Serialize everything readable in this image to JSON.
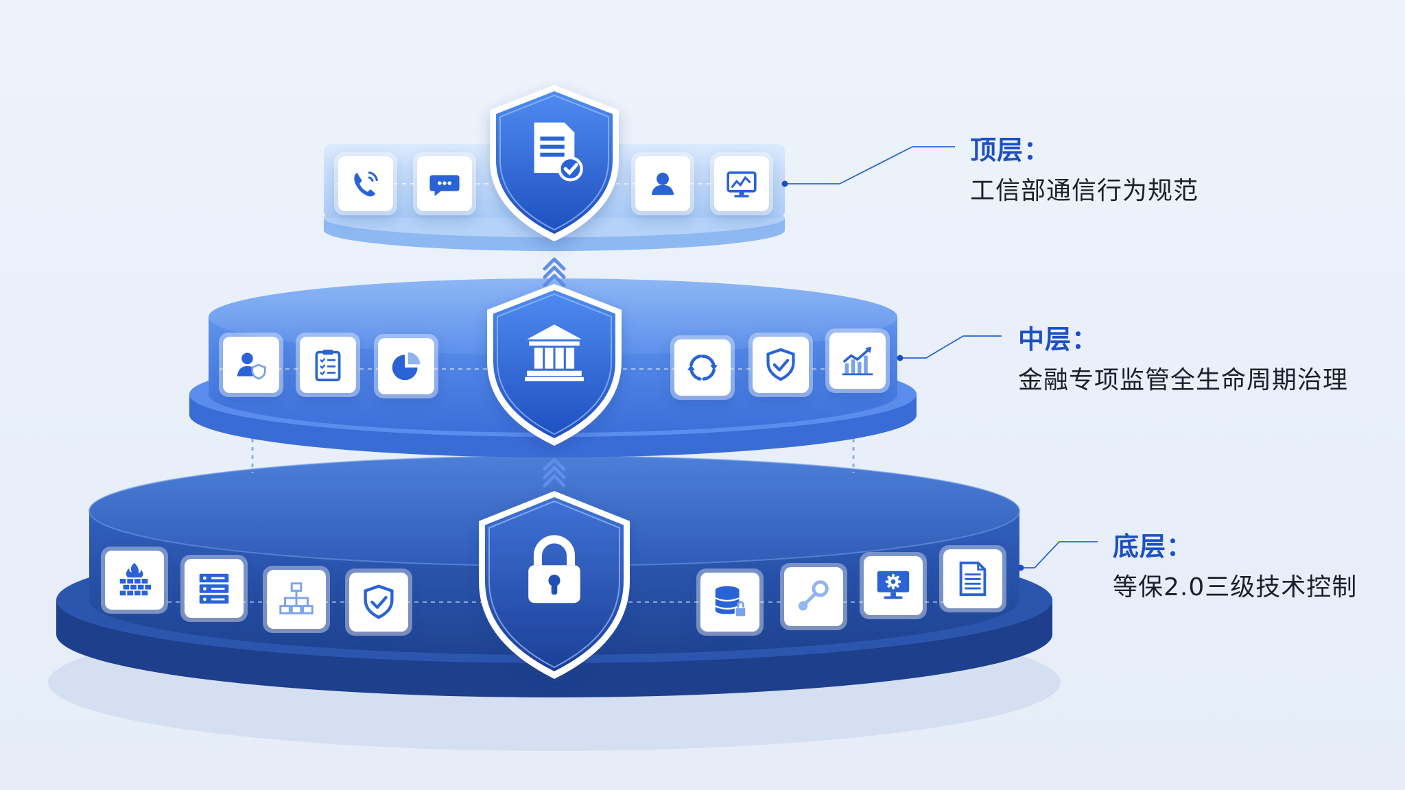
{
  "colors": {
    "accent": "#1d4fc4",
    "top_layer": "#8fbdf5",
    "middle_layer": "#4f86e8",
    "bottom_layer": "#2650a8",
    "text": "#1b1f2a"
  },
  "layers": [
    {
      "id": "top",
      "title": "顶层：",
      "description": "工信部通信行为规范",
      "center_icon": "document-check-icon",
      "left_icons": [
        "phone-call-icon",
        "chat-bubble-icon"
      ],
      "right_icons": [
        "user-icon",
        "monitor-chart-icon"
      ]
    },
    {
      "id": "middle",
      "title": "中层：",
      "description": "金融专项监管全生命周期治理",
      "center_icon": "bank-building-icon",
      "left_icons": [
        "user-shield-icon",
        "clipboard-checklist-icon",
        "pie-chart-icon"
      ],
      "right_icons": [
        "cycle-arrows-icon",
        "shield-check-icon",
        "bar-chart-trend-icon"
      ]
    },
    {
      "id": "bottom",
      "title": "底层：",
      "description": "等保2.0三级技术控制",
      "center_icon": "padlock-icon",
      "left_icons": [
        "firewall-icon",
        "server-icon",
        "network-topology-icon",
        "shield-check-icon"
      ],
      "right_icons": [
        "database-lock-icon",
        "key-icon",
        "monitor-gear-icon",
        "document-lines-icon"
      ]
    }
  ]
}
